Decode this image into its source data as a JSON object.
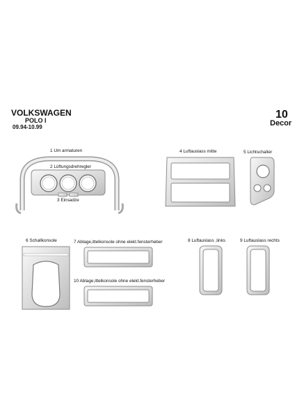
{
  "header": {
    "brand": "VOLKSWAGEN",
    "model": "POLO I",
    "years": "09.94-10.99",
    "set_number": "10",
    "set_type": "Decor"
  },
  "parts": [
    {
      "label": "1  Um armaturen"
    },
    {
      "label": "2  Lüftungsdrehregler"
    },
    {
      "label": "3  Einsadze"
    },
    {
      "label": "4  Luftauslass mitte"
    },
    {
      "label": "5  Lichtschalter"
    },
    {
      "label": "6  Schallkonsole"
    },
    {
      "label": "7  Ablage,ittelkonsole ohne elekt.fensterheber"
    },
    {
      "label": "8  Luftauslass ,links"
    },
    {
      "label": "9  Luftauslass rechts"
    },
    {
      "label": "10  Ablage,ittelkonsole ohne elekt.fensterheber"
    }
  ]
}
